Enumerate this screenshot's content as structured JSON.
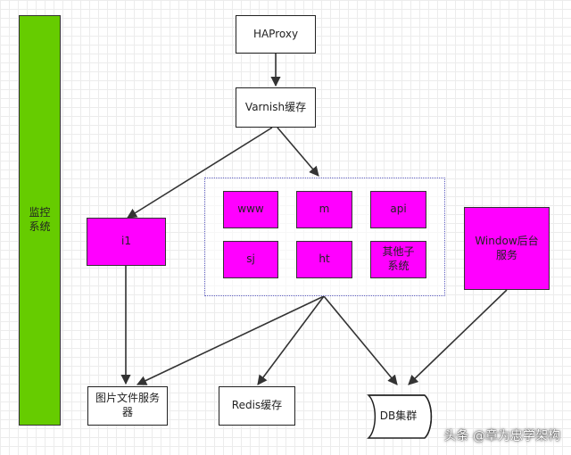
{
  "nodes": {
    "monitor": "监控\n系统",
    "haproxy": "HAProxy",
    "varnish": "Varnish缓存",
    "i1": "i1",
    "www": "www",
    "m": "m",
    "api": "api",
    "sj": "sj",
    "ht": "ht",
    "other": "其他子\n系统",
    "window": "Window后台\n服务",
    "image_server": "图片文件服务\n器",
    "redis": "Redis缓存",
    "db": "DB集群"
  },
  "watermark": "头条 @章为忠学架构",
  "colors": {
    "monitor": "#66cc00",
    "service": "#ff00ff",
    "plain": "#ffffff",
    "group_border": "#5b5bbd"
  }
}
